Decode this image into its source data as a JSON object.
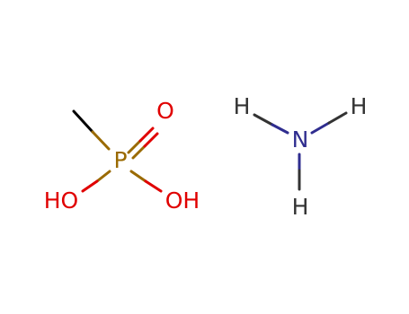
{
  "molecules": {
    "methylphosphonic_acid": {
      "atoms": {
        "P": {
          "text": "P",
          "color": "#9a6a00"
        },
        "O_double": {
          "text": "O",
          "color": "#e00000"
        },
        "OH_left": {
          "text": "HO",
          "color": "#e00000"
        },
        "OH_right": {
          "text": "OH",
          "color": "#e00000"
        }
      },
      "colors": {
        "carbon_bond": "#000000",
        "phosphorus_bond": "#9a6a00",
        "oxygen_bond": "#e00000"
      }
    },
    "ammonia": {
      "atoms": {
        "N": {
          "text": "N",
          "color": "#2f2d8f"
        },
        "H_left": {
          "text": "H",
          "color": "#333333"
        },
        "H_right": {
          "text": "H",
          "color": "#333333"
        },
        "H_bottom": {
          "text": "H",
          "color": "#333333"
        }
      },
      "colors": {
        "nitrogen_bond": "#2f2d8f",
        "hydrogen_bond": "#333333"
      }
    }
  }
}
